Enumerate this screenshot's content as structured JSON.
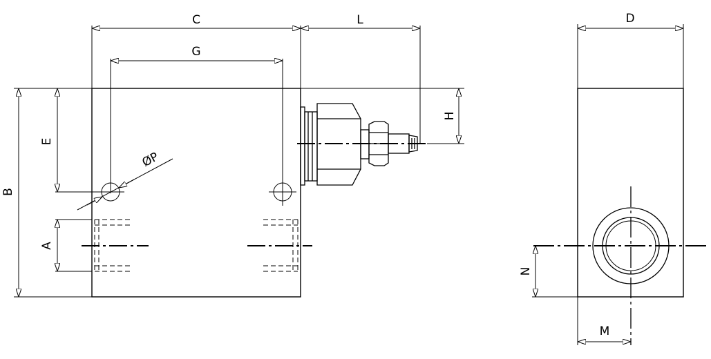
{
  "drawing": {
    "labels": {
      "c": "C",
      "g": "G",
      "l": "L",
      "d": "D",
      "b": "B",
      "e": "E",
      "h": "H",
      "a": "A",
      "n": "N",
      "m": "M",
      "p": "ØP"
    }
  },
  "colors": {
    "line": "#000000",
    "background": "#ffffff"
  }
}
